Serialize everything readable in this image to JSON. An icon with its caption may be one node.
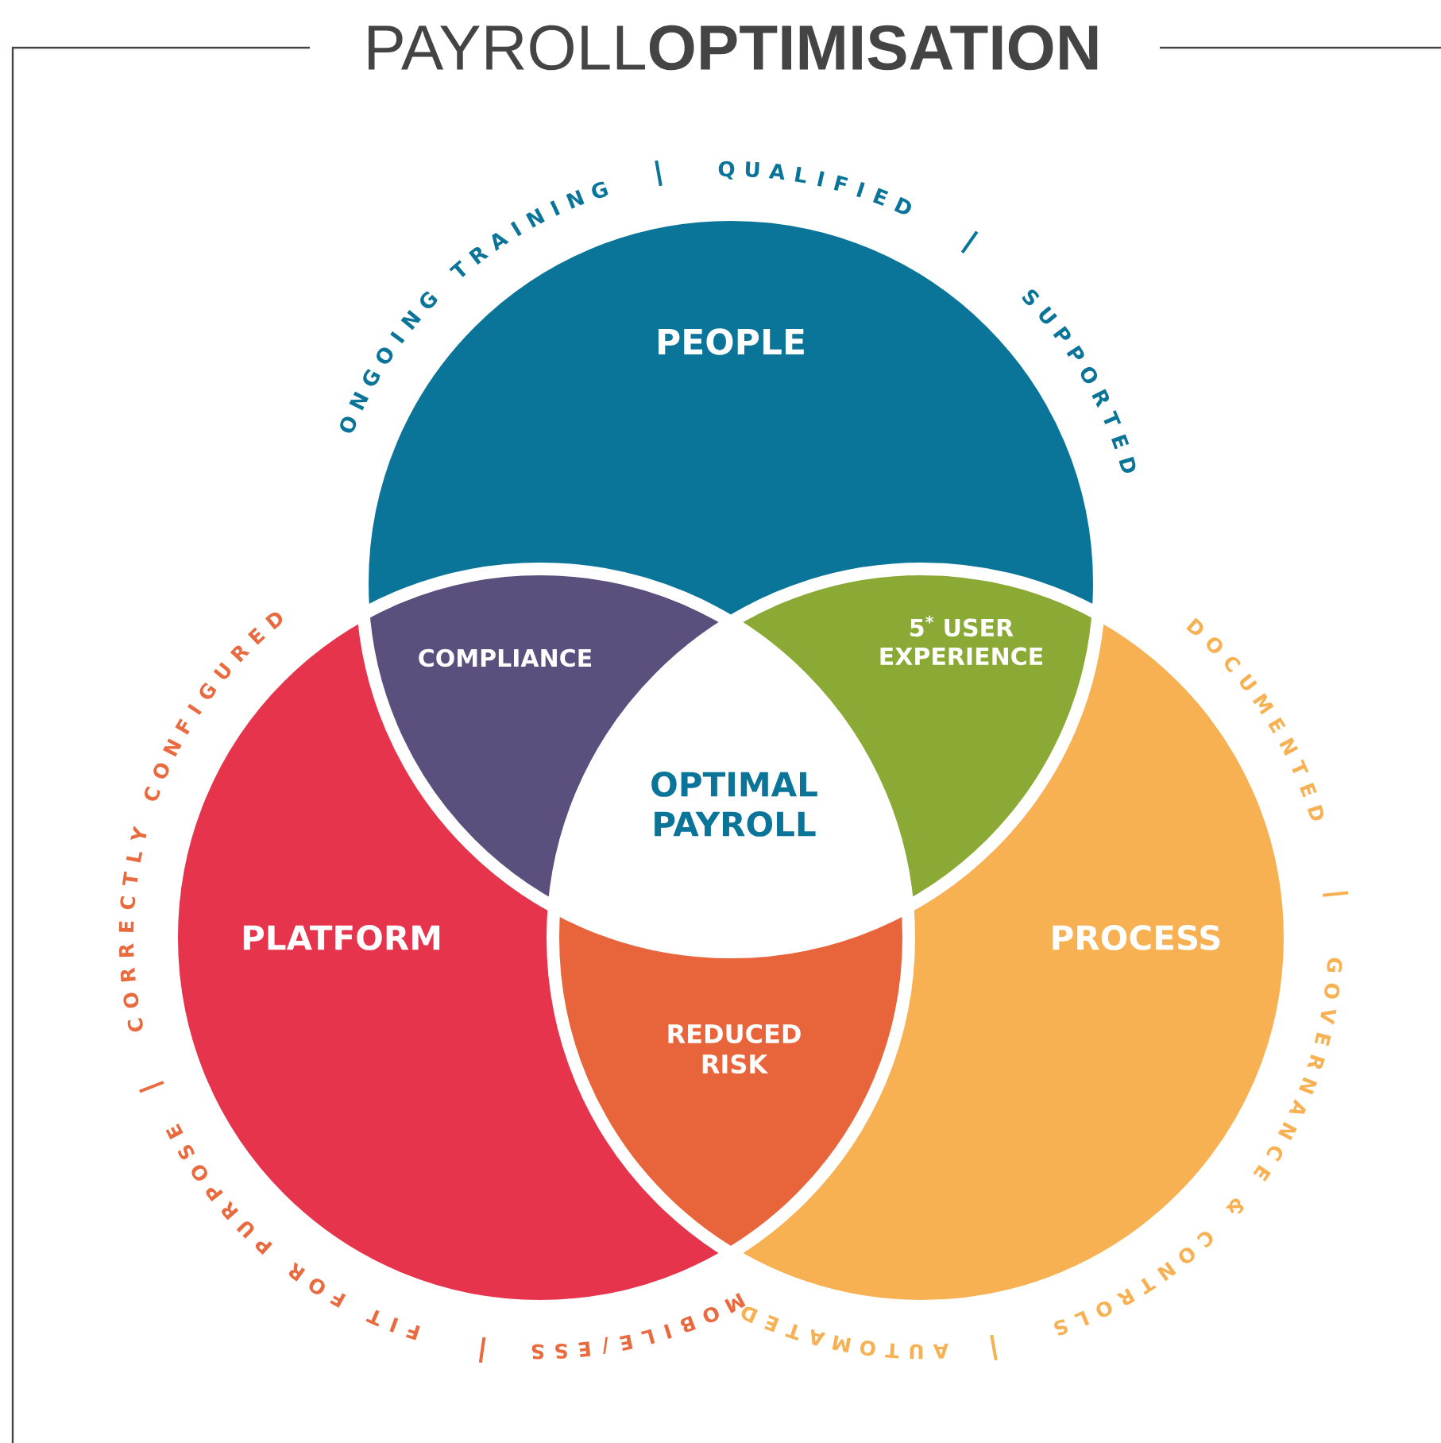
{
  "diagram": {
    "title": "PAYROLL**OPTIMISATION**",
    "nodes": [
      {
        "text": [
          "PEOPLE"
        ]
      },
      {
        "text": [
          "COMPLIANCE"
        ]
      },
      {
        "text": [
          "5$^{*}$ USER EXPERIENCE"
        ]
      },
      {
        "text": [
          "OPTIMAL PAYROLL"
        ]
      },
      {
        "text": [
          "PLATFORM"
        ]
      },
      {
        "text": [
          "PROCESS"
        ]
      },
      {
        "text": [
          "REDUCED RISK"
        ]
      }
    ],
    "labels": [
      "ONGOING TRAINING",
      "QUALIFIED",
      "SUPPORTED",
      "CORRECTLY CONFIGURED",
      "DOCUMENTED",
      "GOVERNANCE & CONTROLS",
      "FIT FOR PURPOSE",
      "MOBILE/ESS",
      "AUTOMATED"
    ]
  }
}
